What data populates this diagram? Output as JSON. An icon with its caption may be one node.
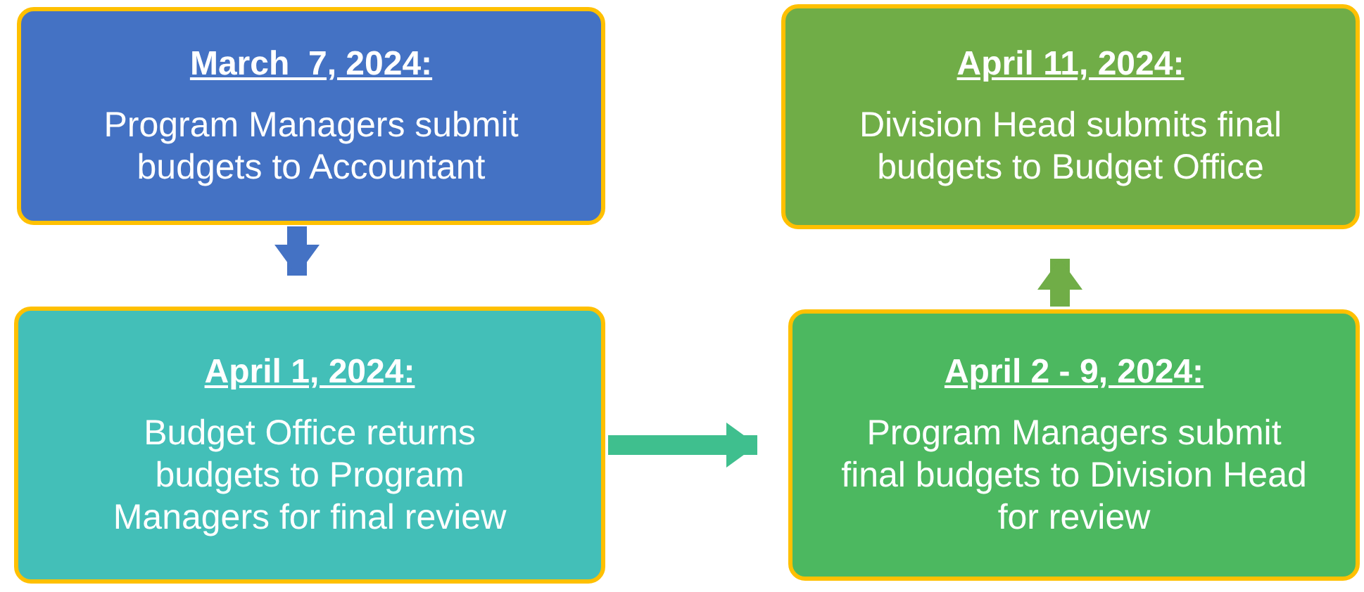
{
  "diagram": {
    "nodes": [
      {
        "text": [
          "March  7, 2024:",
          "Program Managers submit budgets to Accountant"
        ]
      },
      {
        "text": [
          "April 1, 2024:",
          "Budget Office returns budgets to Program Managers for final review"
        ]
      },
      {
        "text": [
          "April 2 - 9, 2024:",
          "Program Managers submit final budgets to Division Head for review"
        ]
      },
      {
        "text": [
          "April 11, 2024:",
          "Division Head submits final budgets to Budget Office"
        ]
      }
    ],
    "edges": [
      {
        "from": 0,
        "to": 1,
        "arrow": "to",
        "color": "#4472c4"
      },
      {
        "from": 1,
        "to": 2,
        "arrow": "to",
        "color": "#3fbf8e"
      },
      {
        "from": 2,
        "to": 3,
        "arrow": "to",
        "color": "#70ad47"
      }
    ]
  }
}
